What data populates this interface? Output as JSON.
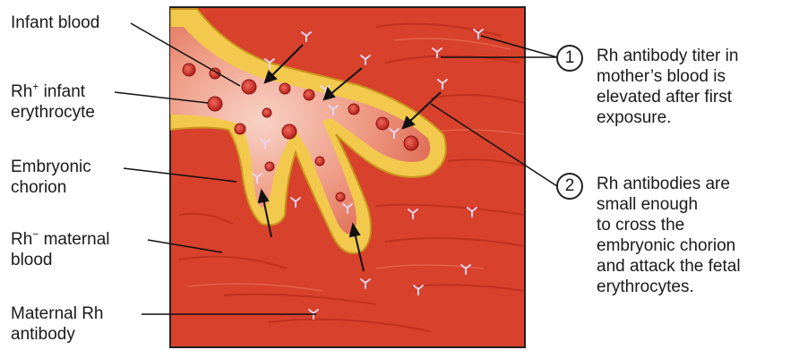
{
  "labels": {
    "infant_blood": "Infant blood",
    "rh_pos_1": "Rh",
    "rh_pos_sup": "+",
    "rh_pos_2": " infant",
    "rh_pos_3": "erythrocyte",
    "embryonic_1": "Embryonic",
    "embryonic_2": "chorion",
    "rh_neg_1": "Rh",
    "rh_neg_sup": "−",
    "rh_neg_2": " maternal",
    "rh_neg_3": "blood",
    "maternal_ab_1": "Maternal Rh",
    "maternal_ab_2": "antibody"
  },
  "steps": [
    {
      "number": "1",
      "lines": [
        "Rh antibody titer in",
        "mother’s blood is",
        "elevated after first",
        "exposure."
      ]
    },
    {
      "number": "2",
      "lines": [
        "Rh antibodies are",
        "small enough",
        "to cross the",
        "embryonic chorion",
        "and attack the fetal",
        "erythrocytes."
      ]
    }
  ],
  "colors": {
    "maternal_blood": "#d8412c",
    "maternal_streak": "#b82a1c",
    "chorion": "#f2c94c",
    "chorion_edge": "#c9951e",
    "infant_blood": "#e98b75",
    "erythrocyte": "#d4322a",
    "antibody": "#e6d6ef"
  }
}
